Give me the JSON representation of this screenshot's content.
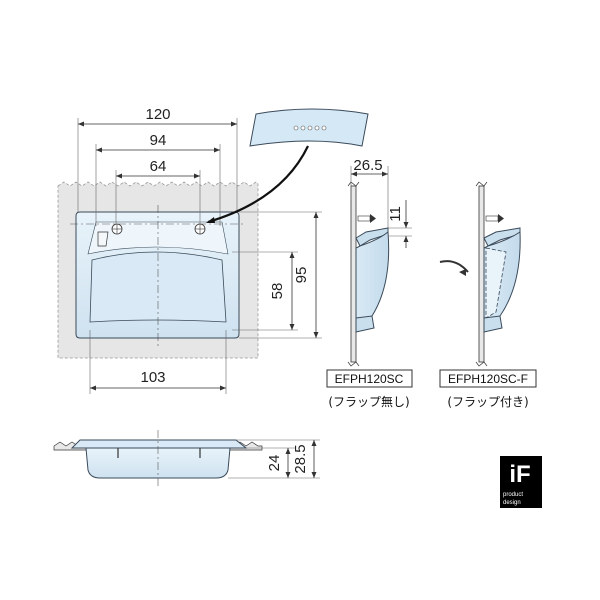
{
  "dimensions": {
    "front_width_outer": "120",
    "front_hole_pitch_outer": "94",
    "front_hole_pitch_inner": "64",
    "front_bottom_width": "103",
    "front_inner_height": "58",
    "front_outer_height": "95",
    "side_top_width": "26.5",
    "side_top_height": "11",
    "bottom_depth_inner": "24",
    "bottom_depth_outer": "28.5"
  },
  "models": [
    {
      "code": "EFPH120SC",
      "caption": "(フラップ無し)"
    },
    {
      "code": "EFPH120SC-F",
      "caption": "(フラップ付き)"
    }
  ],
  "logo": {
    "mark": "iF",
    "line1": "product",
    "line2": "design"
  },
  "colors": {
    "part_fill": "#dcecf7",
    "panel_fill": "#e6e6e6",
    "ink": "#333333",
    "badge_fill": "#4d6d8a",
    "logo_bg": "#000000"
  }
}
